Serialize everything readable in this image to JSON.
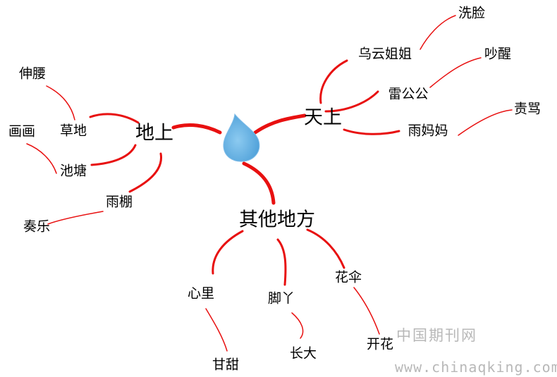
{
  "center": {
    "label": "",
    "icon": "water-drop-icon",
    "color": "#6cb4e6"
  },
  "link_color": "#e81010",
  "branches": {
    "sky": {
      "label": "天上",
      "children": {
        "c1": {
          "label": "乌云姐姐",
          "leaf": "洗脸"
        },
        "c2": {
          "label": "雷公公",
          "leaf": "吵醒"
        },
        "c3": {
          "label": "雨妈妈",
          "leaf": "责骂"
        }
      }
    },
    "ground": {
      "label": "地上",
      "children": {
        "c1": {
          "label": "草地",
          "leaf": "伸腰"
        },
        "c2": {
          "label": "池塘",
          "leaf": "画画"
        },
        "c3": {
          "label": "雨棚",
          "leaf": "奏乐"
        }
      }
    },
    "other": {
      "label": "其他地方",
      "children": {
        "c1": {
          "label": "心里",
          "leaf": "甘甜"
        },
        "c2": {
          "label": "脚丫",
          "leaf": "长大"
        },
        "c3": {
          "label": "花伞",
          "leaf": "开花"
        }
      }
    }
  },
  "watermark": {
    "text": "中国期刊网",
    "url": "www.chinaqking.com"
  }
}
